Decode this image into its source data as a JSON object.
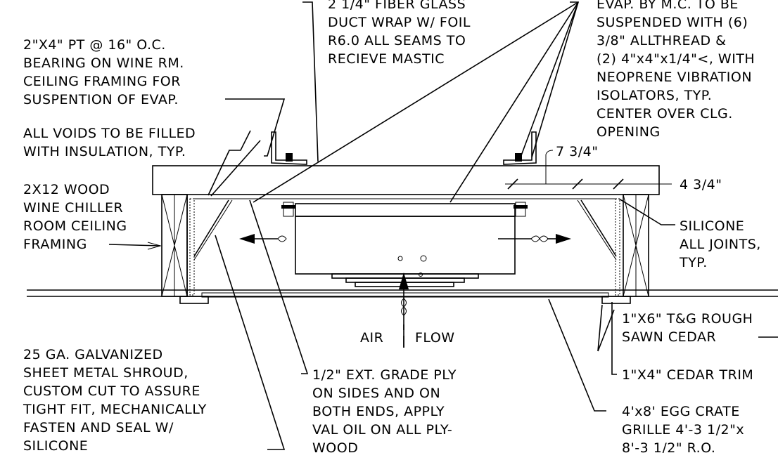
{
  "notes": {
    "bearing": [
      "2\"X4\" PT @ 16\" O.C.",
      "BEARING ON WINE RM.",
      "CEILING FRAMING FOR",
      "SUSPENTION OF EVAP."
    ],
    "voids": [
      "ALL VOIDS TO BE FILLED",
      "WITH INSULATION, TYP."
    ],
    "framing": [
      "2X12 WOOD",
      "WINE CHILLER",
      "ROOM CEILING",
      "FRAMING"
    ],
    "shroud": [
      "25 GA. GALVANIZED",
      "SHEET METAL SHROUD,",
      "CUSTOM CUT TO ASSURE",
      "TIGHT FIT, MECHANICALLY",
      "FASTEN AND SEAL W/",
      "SILICONE"
    ],
    "duct": [
      "2 1/4\" FIBER GLASS",
      "DUCT WRAP W/ FOIL",
      "R6.0 ALL SEAMS TO",
      "RECIEVE MASTIC"
    ],
    "evap": [
      "EVAP. BY M.C. TO BE",
      "SUSPENDED WITH (6)",
      "3/8\"  ALLTHREAD &",
      "(2) 4\"x4\"x1/4\"<, WITH",
      "NEOPRENE VIBRATION",
      "ISOLATORS, TYP.",
      "CENTER OVER CLG.",
      "OPENING"
    ],
    "silicone": [
      "SILICONE",
      "ALL JOINTS,",
      "TYP."
    ],
    "cedar": [
      "1\"X6\" T&G ROUGH",
      "SAWN CEDAR"
    ],
    "trim": [
      "1\"X4\" CEDAR TRIM"
    ],
    "grille": [
      "4'x8' EGG CRATE",
      "GRILLE 4'-3 1/2\"x",
      "8'-3 1/2\" R.O."
    ],
    "ply": [
      "1/2\" EXT. GRADE PLY",
      "ON SIDES AND ON",
      "BOTH ENDS, APPLY",
      "VAL OIL ON ALL PLY-",
      "WOOD"
    ],
    "air": "AIR",
    "flow": "FLOW",
    "dim_a": "7 3/4\"",
    "dim_b": "4 3/4\""
  }
}
